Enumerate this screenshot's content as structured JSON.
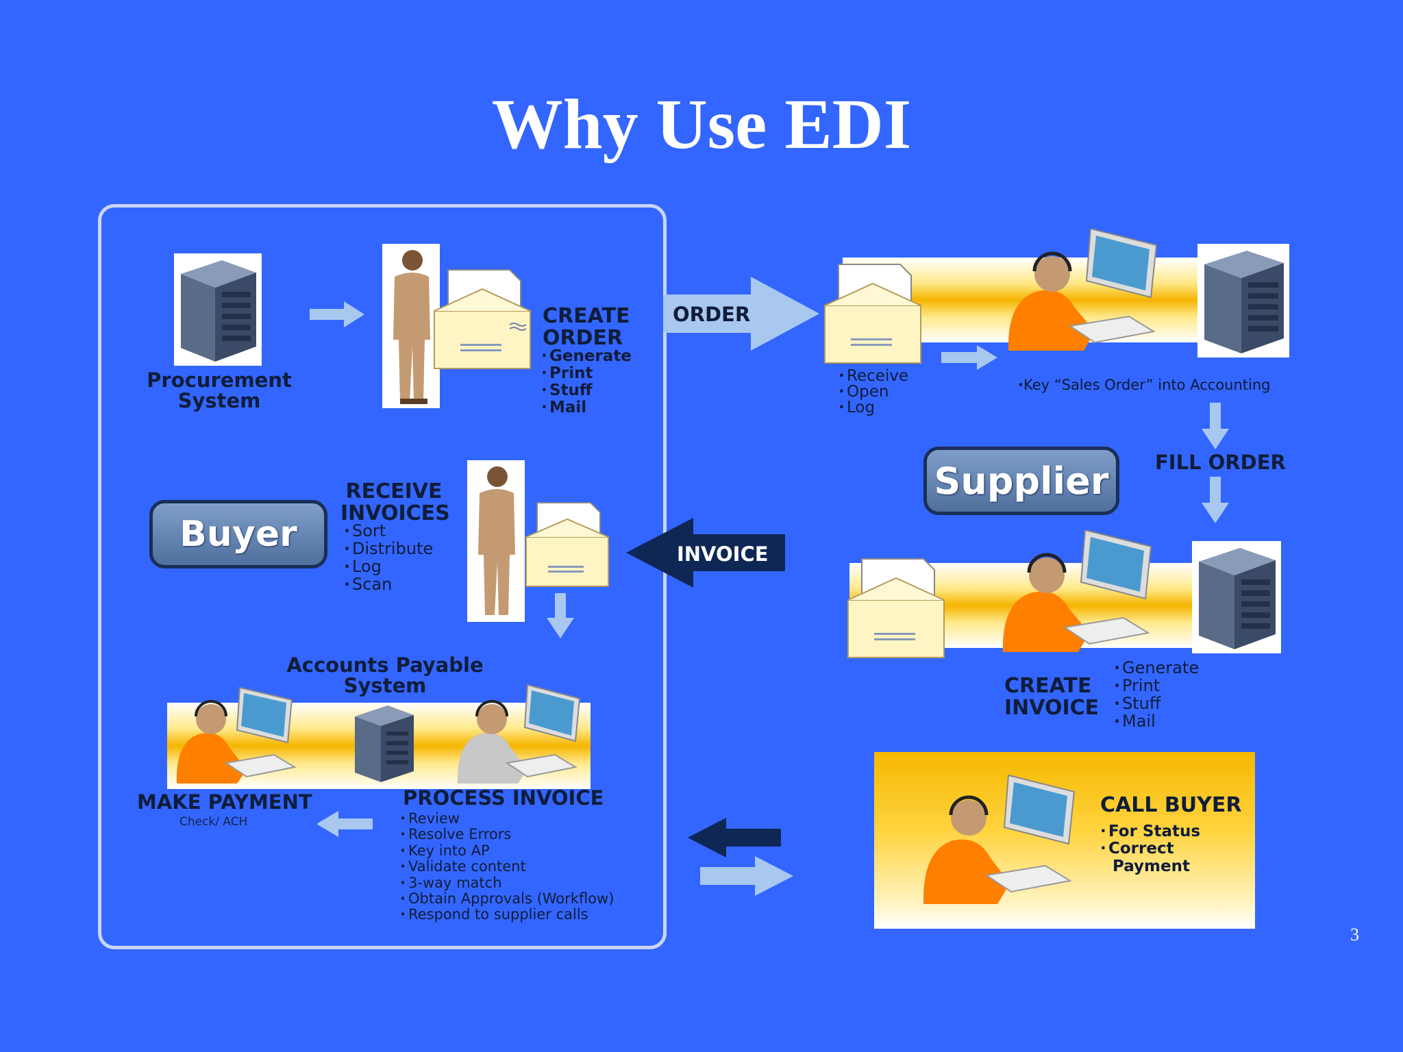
{
  "title": "Why Use EDI",
  "slide_number": "3",
  "buyer": {
    "badge": "Buyer",
    "procurement": {
      "line1": "Procurement",
      "line2": "System"
    },
    "create_order": {
      "line1": "CREATE",
      "line2": "ORDER",
      "items": [
        "Generate",
        "Print",
        "Stuff",
        "Mail"
      ]
    },
    "receive_invoices": {
      "line1": "RECEIVE",
      "line2": "INVOICES",
      "items": [
        "Sort",
        "Distribute",
        "Log",
        "Scan"
      ]
    },
    "ap_system": {
      "line1": "Accounts Payable",
      "line2": "System"
    },
    "make_payment": {
      "label": "MAKE PAYMENT",
      "sub": "Check/ ACH"
    },
    "process_invoice": {
      "label": "PROCESS INVOICE",
      "items": [
        "Review",
        "Resolve Errors",
        "Key into AP",
        "Validate content",
        "3-way match",
        "Obtain Approvals (Workflow)",
        "Respond to supplier calls"
      ]
    }
  },
  "supplier": {
    "badge": "Supplier",
    "receive_items": [
      "Receive",
      "Open",
      "Log"
    ],
    "key_sales_order": "Key “Sales Order” into Accounting",
    "fill_order": "FILL ORDER",
    "create_invoice": {
      "line1": "CREATE",
      "line2": "INVOICE",
      "items": [
        "Generate",
        "Print",
        "Stuff",
        "Mail"
      ]
    },
    "call_buyer": {
      "label": "CALL BUYER",
      "items": [
        "For Status",
        "Correct"
      ],
      "extra": "Payment"
    }
  },
  "arrows": {
    "order": "ORDER",
    "invoice": "INVOICE"
  }
}
